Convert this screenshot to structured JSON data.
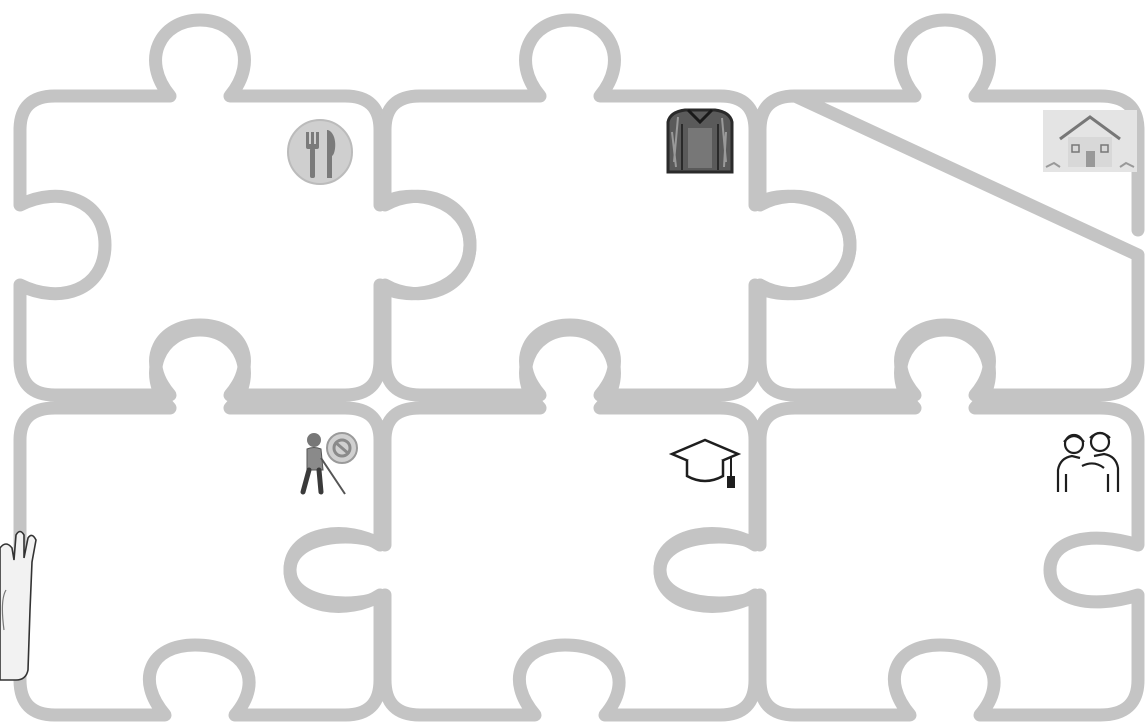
{
  "colors": {
    "background": "#ffffff",
    "piece_outline": "#c4c4c4",
    "icon_dark": "#1e1e1e",
    "icon_gray": "#8a8a8a",
    "icon_light": "#d2d2d2"
  },
  "pieces": [
    {
      "row": 1,
      "col": 1,
      "icon": "fork-knife-icon"
    },
    {
      "row": 1,
      "col": 2,
      "icon": "shirt-icon"
    },
    {
      "row": 1,
      "col": 3,
      "icon": "house-icon"
    },
    {
      "row": 2,
      "col": 1,
      "icon": "blind-person-icon"
    },
    {
      "row": 2,
      "col": 2,
      "icon": "graduation-cap-icon"
    },
    {
      "row": 2,
      "col": 3,
      "icon": "people-support-icon"
    }
  ],
  "extra_icons": [
    "raised-hand-icon"
  ]
}
